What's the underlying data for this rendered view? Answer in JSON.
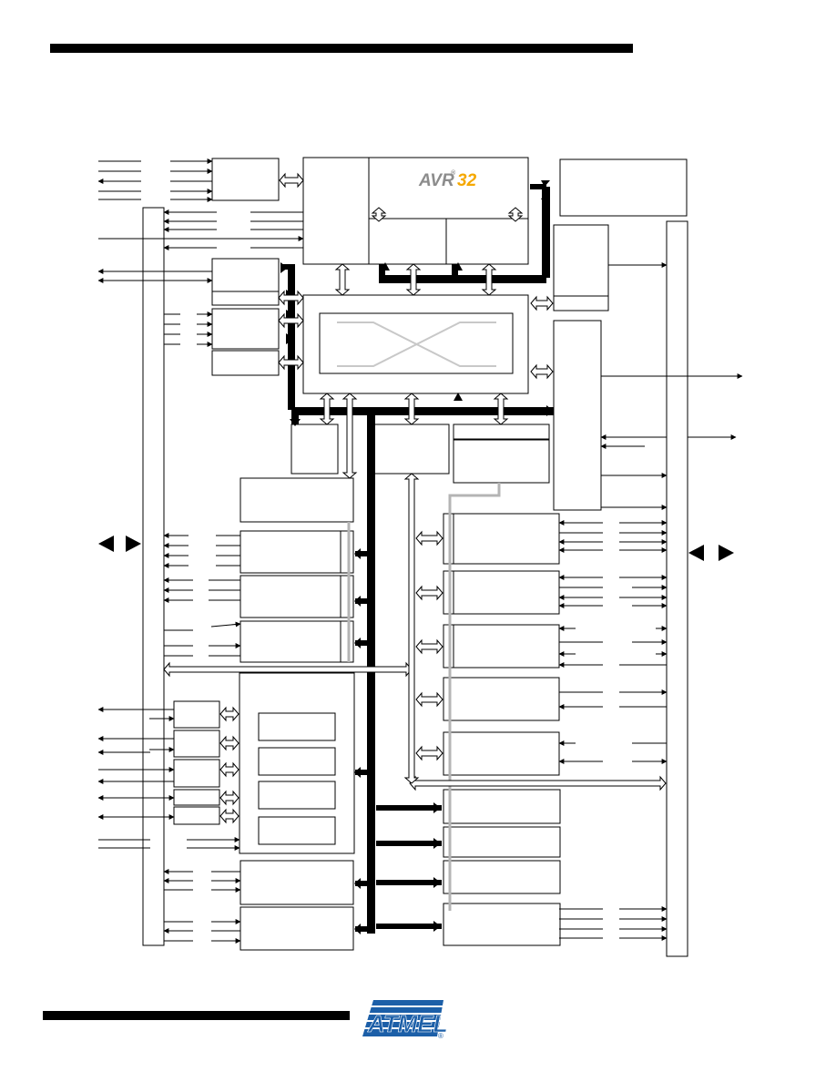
{
  "logos": {
    "avr": {
      "text": "AVR",
      "registered": "®",
      "number": "32",
      "text_color": "#8c8c8c",
      "number_color": "#f5a800"
    },
    "atmel": {
      "text": "ATMEL",
      "registered": "®",
      "color": "#1c5fa8"
    }
  },
  "colors": {
    "ink": "#000000",
    "paper": "#ffffff",
    "light_bus": "#b4b4b4",
    "crossbar_gray": "#c8c8c8"
  }
}
